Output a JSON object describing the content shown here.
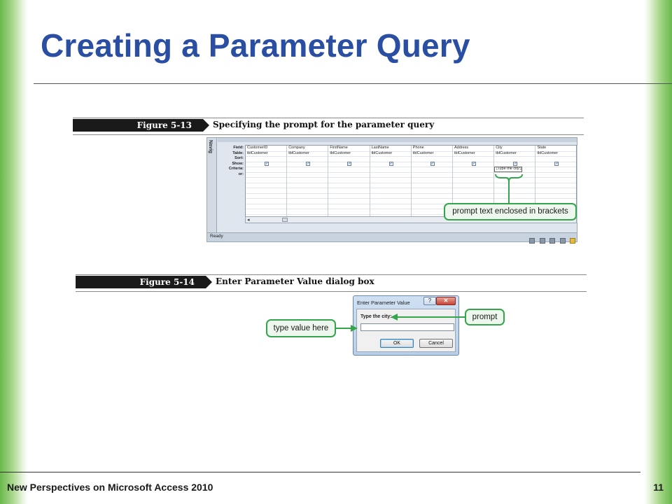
{
  "slide": {
    "title": "Creating a Parameter Query",
    "footer": "New Perspectives on Microsoft Access 2010",
    "page_number": "11"
  },
  "figure1": {
    "number": "Figure 5-13",
    "caption": "Specifying the prompt for the parameter query",
    "nav_label": "Navig",
    "row_labels": [
      "Field:",
      "Table:",
      "Sort:",
      "Show:",
      "Criteria:",
      "or:"
    ],
    "columns": [
      {
        "field": "CustomerID",
        "table": "tblCustomer",
        "show": true,
        "criteria": ""
      },
      {
        "field": "Company",
        "table": "tblCustomer",
        "show": true,
        "criteria": ""
      },
      {
        "field": "FirstName",
        "table": "tblCustomer",
        "show": true,
        "criteria": ""
      },
      {
        "field": "LastName",
        "table": "tblCustomer",
        "show": true,
        "criteria": ""
      },
      {
        "field": "Phone",
        "table": "tblCustomer",
        "show": true,
        "criteria": ""
      },
      {
        "field": "Address",
        "table": "tblCustomer",
        "show": true,
        "criteria": ""
      },
      {
        "field": "City",
        "table": "tblCustomer",
        "show": true,
        "criteria": "[Type the city:]"
      },
      {
        "field": "State",
        "table": "tblCustomer",
        "show": true,
        "criteria": ""
      }
    ],
    "status": "Ready",
    "status_icons": [
      "datasheet-view-icon",
      "pivot-table-icon",
      "pivot-chart-icon",
      "sql-view-icon",
      "design-view-icon"
    ],
    "callout": "prompt text enclosed in brackets"
  },
  "figure2": {
    "number": "Figure 5-14",
    "caption": "Enter Parameter Value dialog box",
    "dialog_title": "Enter Parameter Value",
    "help_glyph": "?",
    "close_glyph": "✕",
    "prompt_label": "Type the city:",
    "input_value": "",
    "ok_label": "OK",
    "cancel_label": "Cancel",
    "callout_prompt": "prompt",
    "callout_value": "type value here"
  },
  "colors": {
    "title": "#2a4ea2",
    "accent_green": "#35a54d",
    "side_bar": "#6ab84a"
  }
}
